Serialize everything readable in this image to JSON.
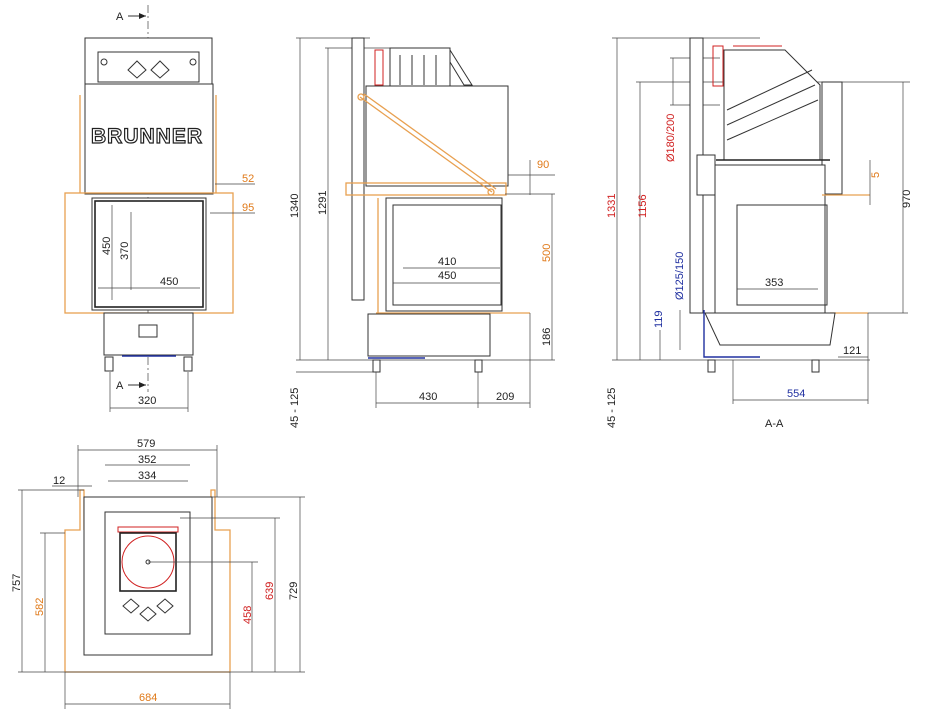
{
  "brand": "BRUNNER",
  "section_marker": "A",
  "section_title": "A-A",
  "colors": {
    "orange": "#e07a1a",
    "red": "#d02020",
    "blue": "#2030a0",
    "line": "#333333"
  },
  "front_view": {
    "dims": {
      "top_offset": "52",
      "side_offset": "95",
      "door_height": "450",
      "glass_height": "370",
      "door_width": "450",
      "feet_spacing": "320"
    }
  },
  "side_view": {
    "dims": {
      "total_height": "1340",
      "body_height": "1291",
      "shelf_offset": "90",
      "opening_height": "500",
      "base_height": "186",
      "glass_width": "410",
      "door_width": "450",
      "feet_depth": "430",
      "front_overhang": "209",
      "feet_adjust": "45 - 125"
    }
  },
  "section_view": {
    "dims": {
      "flue_height": "1331",
      "flue_center": "1156",
      "flue_diameter": "Ø180/200",
      "air_diameter": "Ø125/150",
      "air_height": "119",
      "top_height": "970",
      "gap": "5",
      "firebox_depth": "353",
      "front_depth": "121",
      "total_depth": "554",
      "feet_adjust": "45 - 125"
    }
  },
  "top_view": {
    "dims": {
      "outer_width": "579",
      "flue_width": "352",
      "inner_width": "334",
      "side_gap": "12",
      "total_depth": "757",
      "frame_depth": "582",
      "flue_center_depth": "458",
      "flue_depth": "639",
      "body_depth": "729",
      "frame_width": "684"
    }
  }
}
